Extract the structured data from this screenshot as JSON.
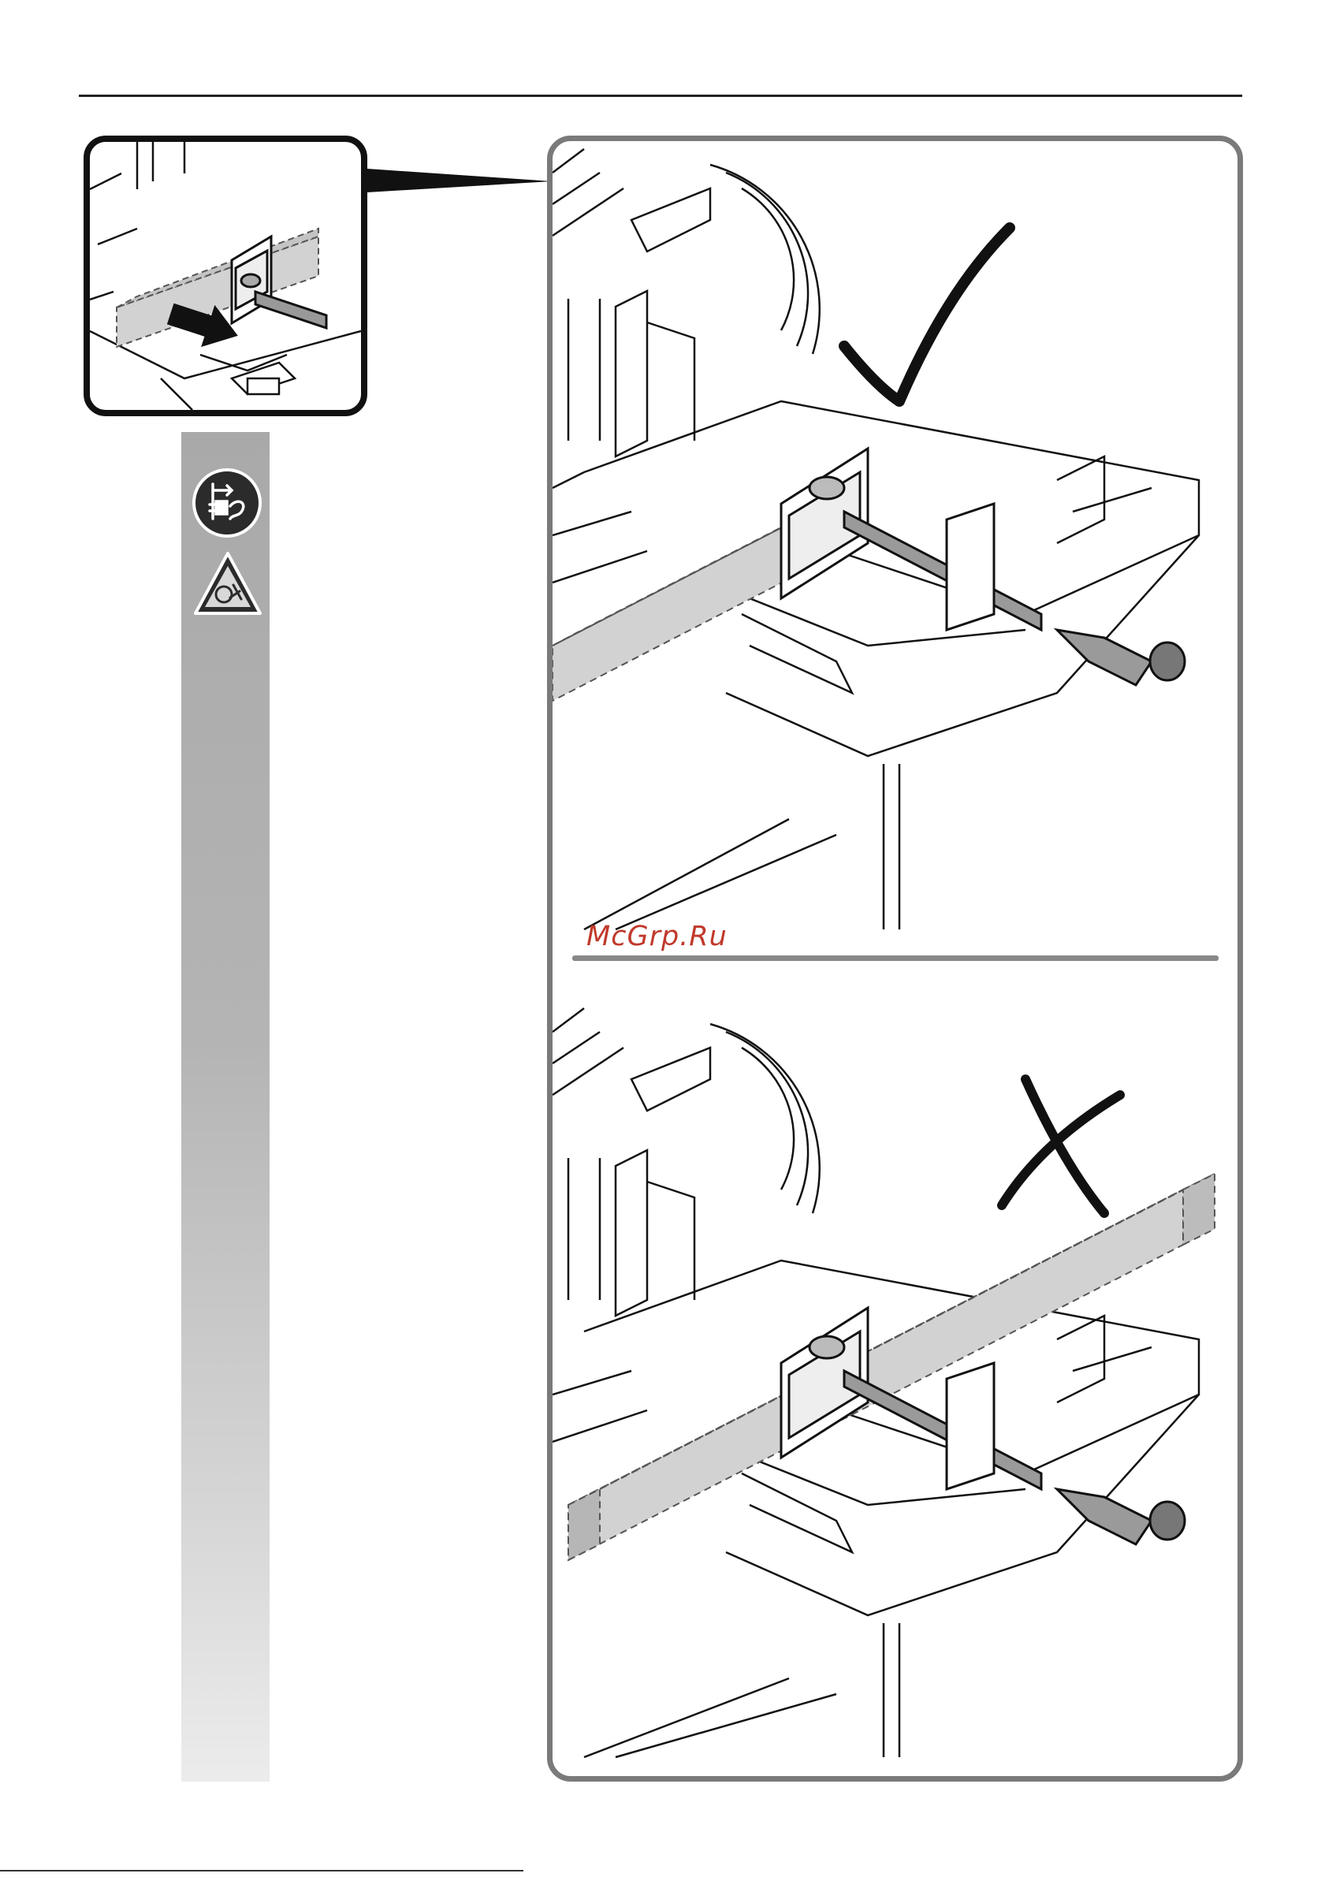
{
  "watermark": "McGrp.Ru",
  "icons": [
    "unplug-icon",
    "hand-cut-hazard-icon"
  ],
  "panels": [
    {
      "name": "correct-clamping",
      "mark": "checkmark-icon"
    },
    {
      "name": "incorrect-clamping",
      "mark": "cross-icon"
    }
  ],
  "colors": {
    "frame": "#7a7a7a",
    "workpiece": "#d2d2d2",
    "watermark": "#c0392b",
    "strip": "#b4b4b4"
  }
}
